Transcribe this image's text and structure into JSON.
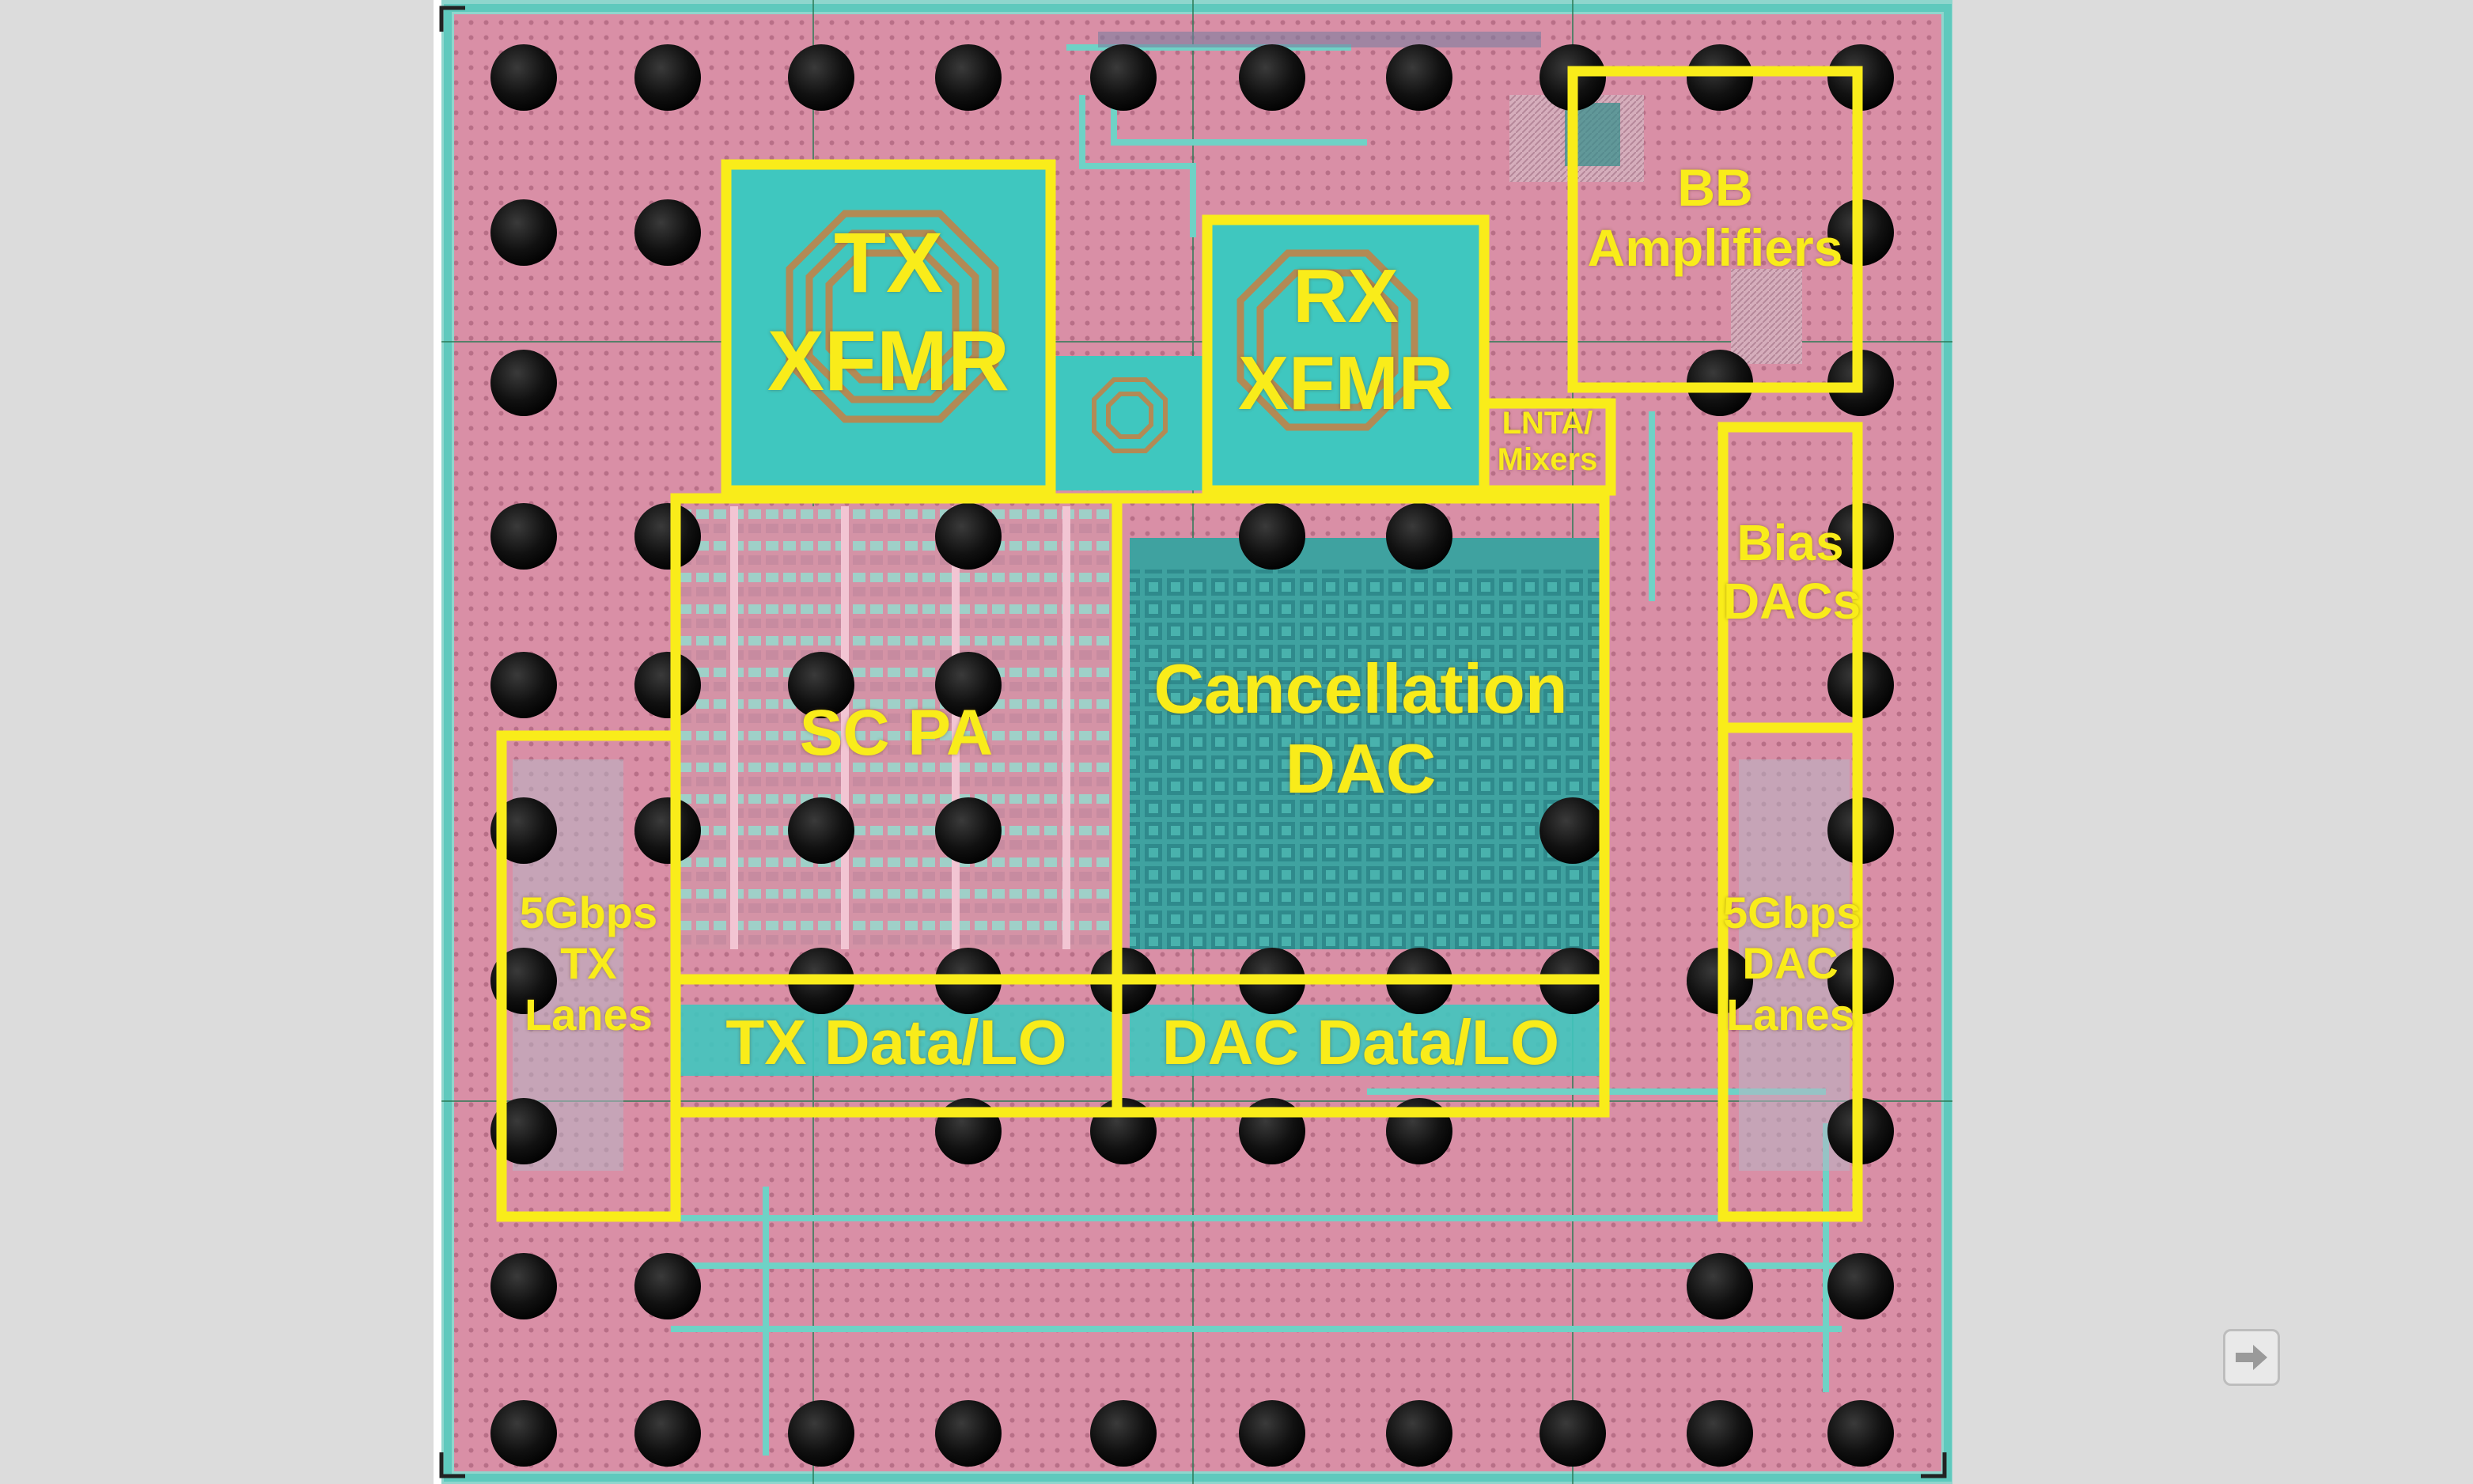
{
  "image": {
    "subject": "RF transceiver die micrograph",
    "blocks": [
      {
        "id": "tx-xfmr",
        "label": "TX\nXFMR"
      },
      {
        "id": "rx-xfmr",
        "label": "RX\nXFMR"
      },
      {
        "id": "bb-amplifiers",
        "label": "BB\nAmplifiers"
      },
      {
        "id": "lnta-mixers",
        "label": "LNTA/\nMixers"
      },
      {
        "id": "bias-dacs",
        "label": "Bias\nDACs"
      },
      {
        "id": "sc-pa",
        "label": "SC PA"
      },
      {
        "id": "cancellation-dac",
        "label": "Cancellation\nDAC"
      },
      {
        "id": "tx-lanes",
        "label": "5Gbps\nTX\nLanes"
      },
      {
        "id": "dac-lanes",
        "label": "5Gbps\nDAC\nLanes"
      },
      {
        "id": "tx-data-lo",
        "label": "TX Data/LO"
      },
      {
        "id": "dac-data-lo",
        "label": "DAC Data/LO"
      }
    ]
  },
  "colors": {
    "page_background": "#dcdcdc",
    "die_substrate": "#d98fa6",
    "die_border": "#5fc9bd",
    "transformer_fill": "#3fc7bf",
    "highlight_outline": "#f9ec1a",
    "pad_bump": "#141414"
  },
  "icons": {
    "next_button": "arrow-right-icon"
  }
}
